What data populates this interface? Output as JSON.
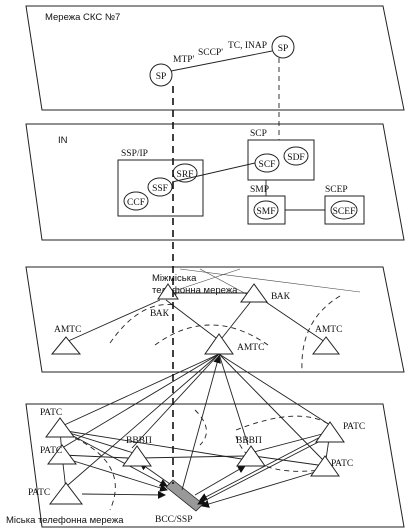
{
  "planes": {
    "ss7": {
      "title": "Мережа СКС №7"
    },
    "in": {
      "title": "IN"
    },
    "long_distance": {
      "title_line1": "Міжміська",
      "title_line2": "телефонна мережа"
    },
    "city": {
      "title": "Міська телефонна мережа"
    }
  },
  "ss7_nodes": {
    "sp_left": "SP",
    "sp_right": "SP"
  },
  "ss7_protocol_labels": {
    "mtp": "MTP'",
    "sccp": "SCCP'",
    "tc_inap": "TC, INAP"
  },
  "in_blocks": {
    "ssp_ip": {
      "title": "SSP/IP",
      "srf": "SRF",
      "ssf": "SSF",
      "ccf": "CCF"
    },
    "scp": {
      "title": "SCP",
      "scf": "SCF",
      "sdf": "SDF"
    },
    "smp": {
      "title": "SMP",
      "smf": "SMF"
    },
    "scep": {
      "title": "SCEP",
      "scef": "SCEF"
    }
  },
  "long_distance_nodes": {
    "bak_left": "ВАК",
    "bak_right": "ВАК",
    "amts_center": "АМТС",
    "amts_left": "АМТС",
    "amts_right": "АМТС"
  },
  "city_nodes": {
    "ratc_1": "РАТС",
    "ratc_2": "РАТС",
    "ratc_3": "РАТС",
    "ratc_4": "РАТС",
    "ratc_5": "РАТС",
    "vvvp_left": "ВВВП",
    "vvvp_right": "ВВВП",
    "bcc_ssp": "BCC/SSP"
  }
}
